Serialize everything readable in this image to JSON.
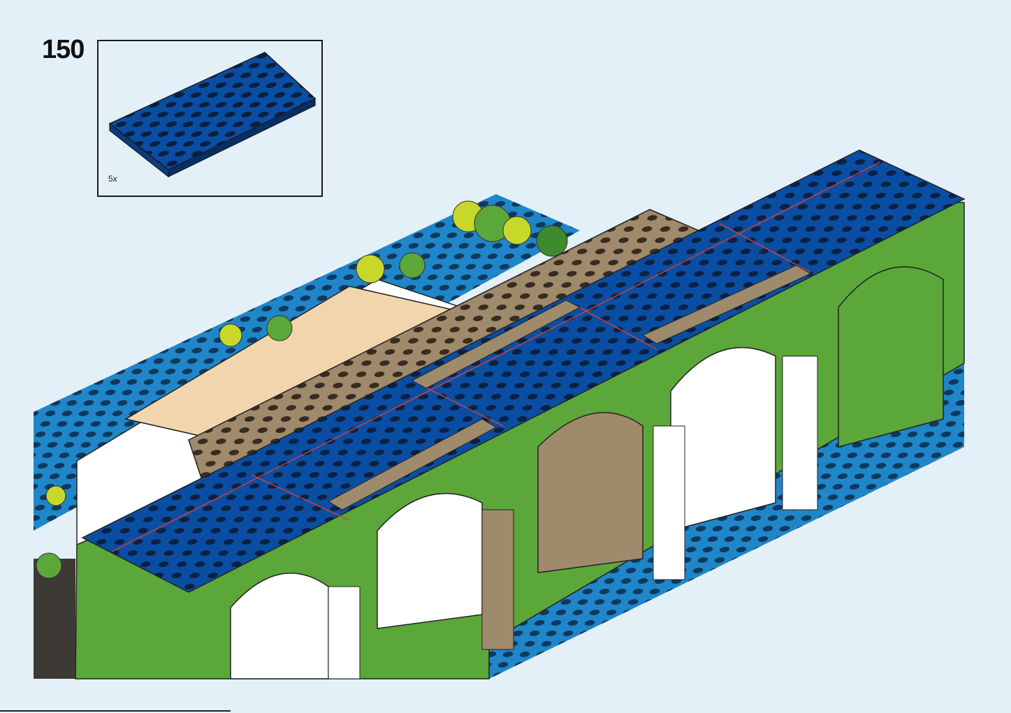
{
  "step": {
    "number": "150"
  },
  "callout": {
    "part_name": "blue-plate-4x8",
    "quantity": "5x"
  },
  "colors": {
    "background": "#e4f0f7",
    "blue_plate": "#0a4ea3",
    "baseplate_blue": "#1f86c9",
    "green": "#5ca73a",
    "dark_tan": "#a08a6c",
    "tan": "#f1d6ad",
    "white": "#ffffff",
    "lime": "#c7d82a"
  }
}
